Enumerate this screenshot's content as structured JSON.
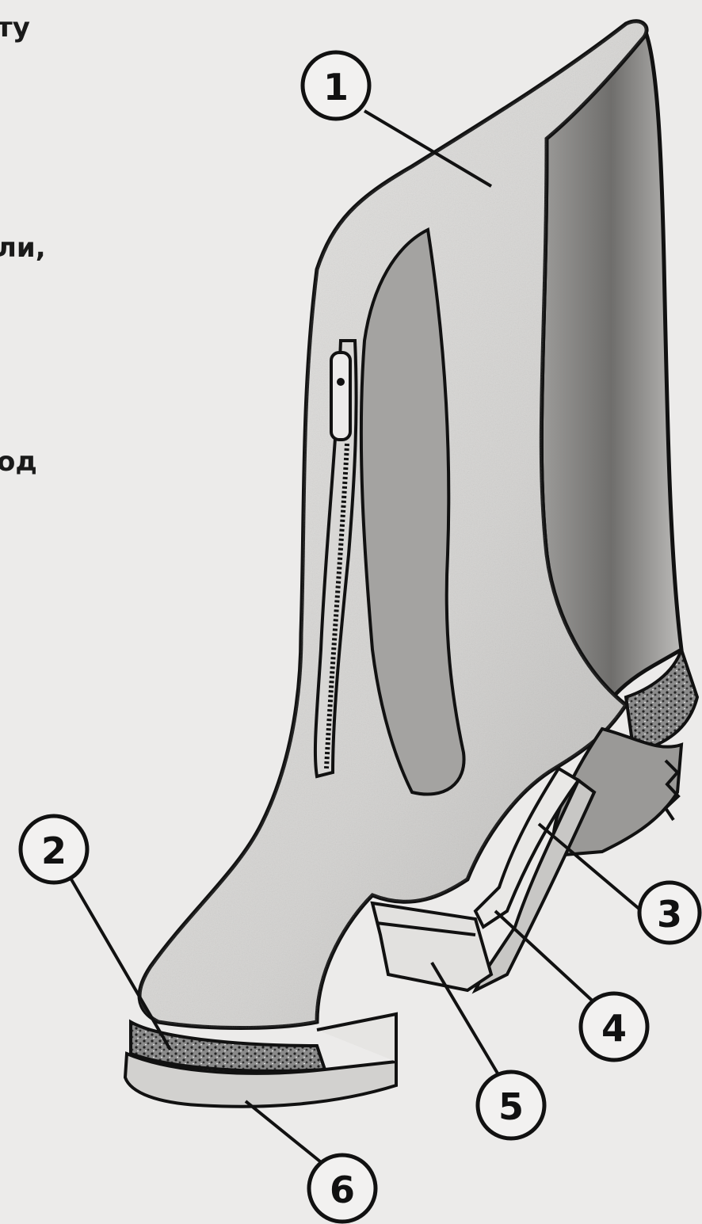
{
  "text_fragments": [
    "ту",
    "ли,",
    "од"
  ],
  "callouts": [
    "1",
    "2",
    "3",
    "4",
    "5",
    "6"
  ],
  "colors": {
    "ink": "#111111",
    "paper": "#ecebea",
    "felt": "#d9d8d6",
    "shadow": "#7a7a7a"
  }
}
